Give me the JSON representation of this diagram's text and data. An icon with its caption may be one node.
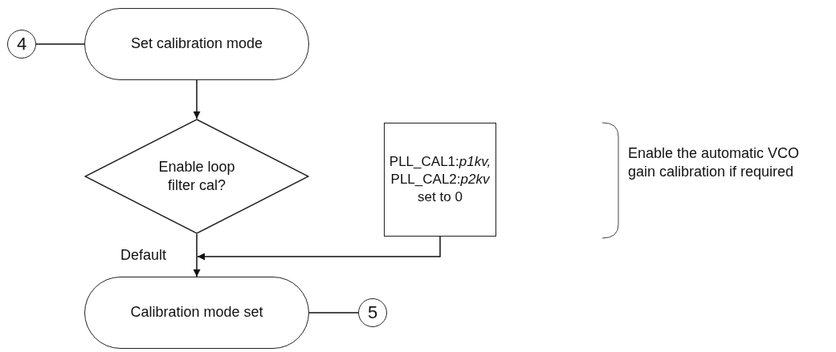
{
  "diagram": {
    "nodes": [
      {
        "text": [
          "4"
        ]
      },
      {
        "text": [
          "Set calibration mode"
        ]
      },
      {
        "text": [
          "Enable loop filter cal?"
        ]
      },
      {
        "text": [
          "PLL_CAL1:*p1kv,* PLL_CAL2:*p2kv* set to 0"
        ]
      },
      {
        "text": [
          "Calibration mode set"
        ]
      },
      {
        "text": [
          "5"
        ]
      }
    ],
    "edges": [
      {
        "from": 0,
        "to": 1,
        "arrow": "none"
      },
      {
        "from": 1,
        "to": 2,
        "arrow": "to"
      },
      {
        "from": 2,
        "to": 4,
        "arrow": "to",
        "label": "Default"
      },
      {
        "from": 3,
        "to": 4,
        "arrow": "to"
      },
      {
        "from": 4,
        "to": 5,
        "arrow": "none"
      }
    ],
    "labels": [
      "Enable the automatic VCO gain calibration if required"
    ]
  }
}
